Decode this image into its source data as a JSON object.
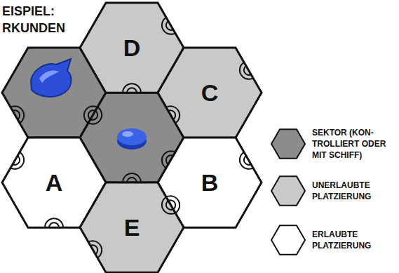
{
  "diagram": {
    "title": "EISPIEL: RKUNDEN",
    "nodes": [
      {
        "text": [
          "D"
        ]
      },
      {
        "text": [
          "C"
        ]
      },
      {
        "text": [
          "A"
        ]
      },
      {
        "text": [
          "B"
        ]
      },
      {
        "text": [
          "E"
        ]
      }
    ],
    "legend": [
      {
        "text": "SEKTOR (KON- TROLLIERT ODER MIT SCHIFF)",
        "color": "#8c8c8c"
      },
      {
        "text": "UNERLAUBTE PLATZIERUNG",
        "color": "#c9c9c9"
      },
      {
        "text": "ERLAUBTE PLATZIERUNG",
        "color": "#ffffff"
      }
    ]
  }
}
